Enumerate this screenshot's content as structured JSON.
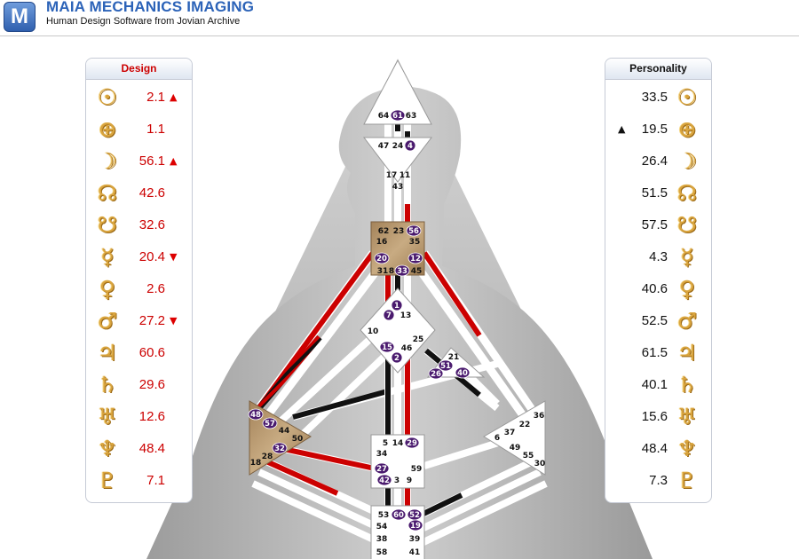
{
  "header": {
    "app_title": "MAIA MECHANICS IMAGING",
    "subtitle": "Human Design Software from Jovian Archive",
    "logo_letter": "M"
  },
  "colors": {
    "design_red": "#cc0000",
    "personality_black": "#111111",
    "planet_gold": "#d9a43e",
    "gate_purple": "#4a1a6e",
    "center_tan": "#b7956b"
  },
  "design": {
    "title": "Design",
    "rows": [
      {
        "icon": "sun-icon",
        "glyph": "☉",
        "value": "2.1",
        "arrow": "▲"
      },
      {
        "icon": "earth-icon",
        "glyph": "⊕",
        "value": "1.1",
        "arrow": ""
      },
      {
        "icon": "moon-icon",
        "glyph": "☽",
        "value": "56.1",
        "arrow": "▲"
      },
      {
        "icon": "north-node-icon",
        "glyph": "☊",
        "value": "42.6",
        "arrow": ""
      },
      {
        "icon": "south-node-icon",
        "glyph": "☋",
        "value": "32.6",
        "arrow": ""
      },
      {
        "icon": "mercury-icon",
        "glyph": "☿",
        "value": "20.4",
        "arrow": "▼"
      },
      {
        "icon": "venus-icon",
        "glyph": "♀",
        "value": "2.6",
        "arrow": ""
      },
      {
        "icon": "mars-icon",
        "glyph": "♂",
        "value": "27.2",
        "arrow": "▼"
      },
      {
        "icon": "jupiter-icon",
        "glyph": "♃",
        "value": "60.6",
        "arrow": ""
      },
      {
        "icon": "saturn-icon",
        "glyph": "♄",
        "value": "29.6",
        "arrow": ""
      },
      {
        "icon": "uranus-icon",
        "glyph": "♅",
        "value": "12.6",
        "arrow": ""
      },
      {
        "icon": "neptune-icon",
        "glyph": "♆",
        "value": "48.4",
        "arrow": ""
      },
      {
        "icon": "pluto-icon",
        "glyph": "♇",
        "value": "7.1",
        "arrow": ""
      }
    ]
  },
  "personality": {
    "title": "Personality",
    "rows": [
      {
        "icon": "sun-icon",
        "glyph": "☉",
        "value": "33.5",
        "arrow": ""
      },
      {
        "icon": "earth-icon",
        "glyph": "⊕",
        "value": "19.5",
        "arrow": "▲"
      },
      {
        "icon": "moon-icon",
        "glyph": "☽",
        "value": "26.4",
        "arrow": ""
      },
      {
        "icon": "north-node-icon",
        "glyph": "☊",
        "value": "51.5",
        "arrow": ""
      },
      {
        "icon": "south-node-icon",
        "glyph": "☋",
        "value": "57.5",
        "arrow": ""
      },
      {
        "icon": "mercury-icon",
        "glyph": "☿",
        "value": "4.3",
        "arrow": ""
      },
      {
        "icon": "venus-icon",
        "glyph": "♀",
        "value": "40.6",
        "arrow": ""
      },
      {
        "icon": "mars-icon",
        "glyph": "♂",
        "value": "52.5",
        "arrow": ""
      },
      {
        "icon": "jupiter-icon",
        "glyph": "♃",
        "value": "61.5",
        "arrow": ""
      },
      {
        "icon": "saturn-icon",
        "glyph": "♄",
        "value": "40.1",
        "arrow": ""
      },
      {
        "icon": "uranus-icon",
        "glyph": "♅",
        "value": "15.6",
        "arrow": ""
      },
      {
        "icon": "neptune-icon",
        "glyph": "♆",
        "value": "48.4",
        "arrow": ""
      },
      {
        "icon": "pluto-icon",
        "glyph": "♇",
        "value": "7.3",
        "arrow": ""
      }
    ]
  },
  "bodygraph": {
    "gates": [
      {
        "n": "64",
        "active": false
      },
      {
        "n": "61",
        "active": true
      },
      {
        "n": "63",
        "active": false
      },
      {
        "n": "47",
        "active": false
      },
      {
        "n": "24",
        "active": false
      },
      {
        "n": "4",
        "active": true
      },
      {
        "n": "17",
        "active": false
      },
      {
        "n": "11",
        "active": false
      },
      {
        "n": "43",
        "active": false
      },
      {
        "n": "62",
        "active": false
      },
      {
        "n": "23",
        "active": false
      },
      {
        "n": "56",
        "active": true
      },
      {
        "n": "16",
        "active": false
      },
      {
        "n": "35",
        "active": false
      },
      {
        "n": "20",
        "active": true
      },
      {
        "n": "12",
        "active": true
      },
      {
        "n": "31",
        "active": false
      },
      {
        "n": "8",
        "active": false
      },
      {
        "n": "33",
        "active": true
      },
      {
        "n": "45",
        "active": false
      },
      {
        "n": "1",
        "active": true
      },
      {
        "n": "7",
        "active": true
      },
      {
        "n": "13",
        "active": false
      },
      {
        "n": "10",
        "active": false
      },
      {
        "n": "25",
        "active": false
      },
      {
        "n": "15",
        "active": true
      },
      {
        "n": "46",
        "active": false
      },
      {
        "n": "2",
        "active": true
      },
      {
        "n": "21",
        "active": false
      },
      {
        "n": "51",
        "active": true
      },
      {
        "n": "26",
        "active": true
      },
      {
        "n": "40",
        "active": true
      },
      {
        "n": "48",
        "active": true
      },
      {
        "n": "57",
        "active": true
      },
      {
        "n": "44",
        "active": false
      },
      {
        "n": "50",
        "active": false
      },
      {
        "n": "32",
        "active": true
      },
      {
        "n": "28",
        "active": false
      },
      {
        "n": "18",
        "active": false
      },
      {
        "n": "36",
        "active": false
      },
      {
        "n": "22",
        "active": false
      },
      {
        "n": "37",
        "active": false
      },
      {
        "n": "6",
        "active": false
      },
      {
        "n": "49",
        "active": false
      },
      {
        "n": "55",
        "active": false
      },
      {
        "n": "30",
        "active": false
      },
      {
        "n": "5",
        "active": false
      },
      {
        "n": "14",
        "active": false
      },
      {
        "n": "29",
        "active": true
      },
      {
        "n": "34",
        "active": false
      },
      {
        "n": "27",
        "active": true
      },
      {
        "n": "59",
        "active": false
      },
      {
        "n": "42",
        "active": true
      },
      {
        "n": "3",
        "active": false
      },
      {
        "n": "9",
        "active": false
      },
      {
        "n": "53",
        "active": false
      },
      {
        "n": "60",
        "active": true
      },
      {
        "n": "52",
        "active": true
      },
      {
        "n": "54",
        "active": false
      },
      {
        "n": "19",
        "active": true
      },
      {
        "n": "38",
        "active": false
      },
      {
        "n": "39",
        "active": false
      },
      {
        "n": "58",
        "active": false
      },
      {
        "n": "41",
        "active": false
      }
    ]
  }
}
